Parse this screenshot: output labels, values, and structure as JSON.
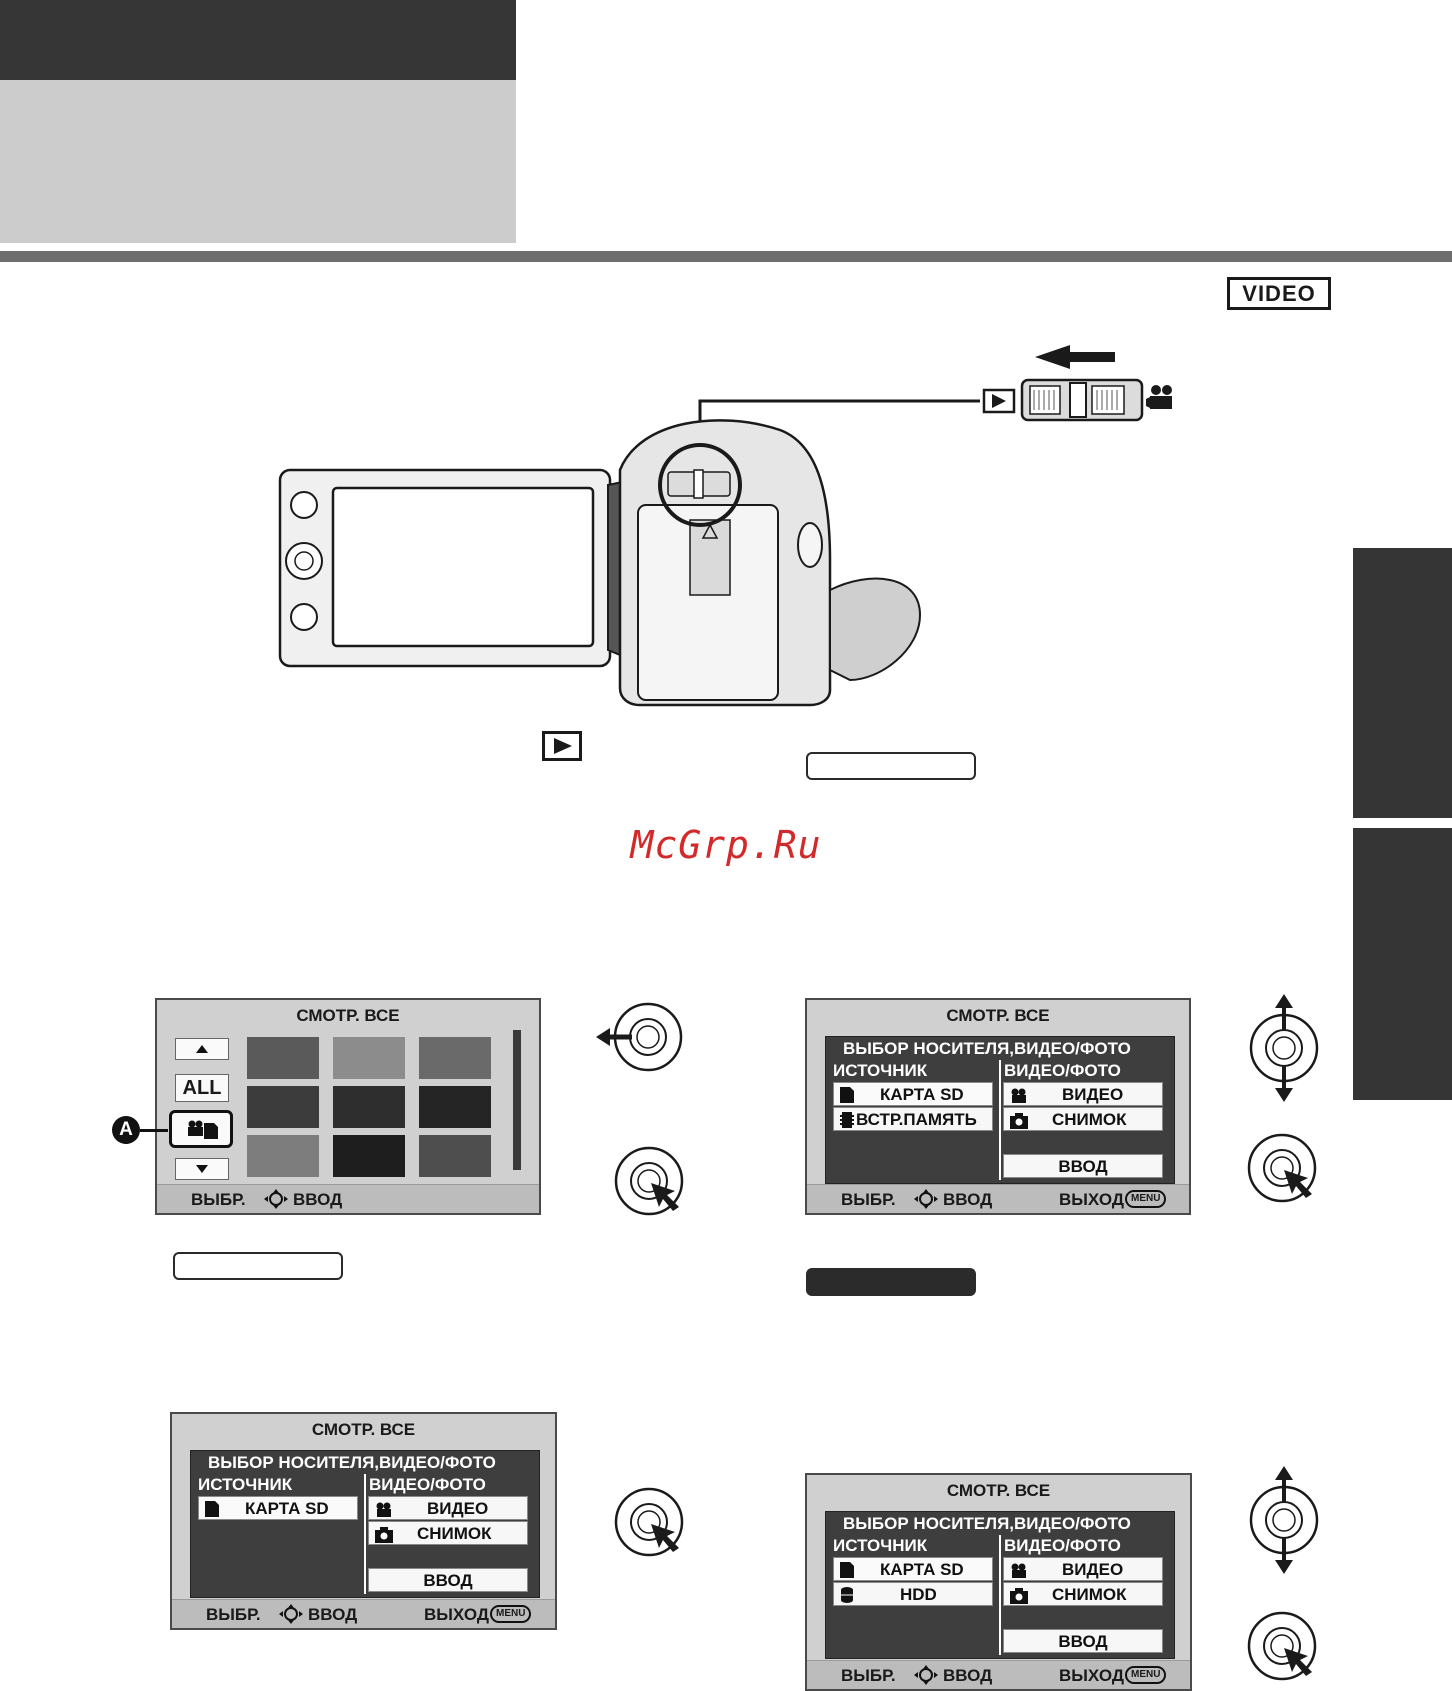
{
  "badge": {
    "video": "VIDEO"
  },
  "watermark": "McGrp.Ru",
  "screen1": {
    "title": "СМОТР. ВСЕ",
    "all_label": "ALL",
    "callout": "A",
    "bottom_select": "ВЫБР.",
    "bottom_enter": "ВВОД"
  },
  "screen2": {
    "title": "СМОТР. ВСЕ",
    "menu_title": "ВЫБОР НОСИТЕЛЯ,ВИДЕО/ФОТО",
    "col_source": "ИСТОЧНИК",
    "col_type": "ВИДЕО/ФОТО",
    "source_items": [
      "КАРТА SD",
      "ВСТР.ПАМЯТЬ"
    ],
    "type_items": [
      "ВИДЕО",
      "СНИМОК"
    ],
    "enter_button": "ВВОД",
    "bottom_select": "ВЫБР.",
    "bottom_enter": "ВВОД",
    "bottom_exit": "ВЫХОД",
    "menu_key": "MENU"
  },
  "screen3": {
    "title": "СМОТР. ВСЕ",
    "menu_title": "ВЫБОР НОСИТЕЛЯ,ВИДЕО/ФОТО",
    "col_source": "ИСТОЧНИК",
    "col_type": "ВИДЕО/ФОТО",
    "source_items": [
      "КАРТА SD"
    ],
    "type_items": [
      "ВИДЕО",
      "СНИМОК"
    ],
    "enter_button": "ВВОД",
    "bottom_select": "ВЫБР.",
    "bottom_enter": "ВВОД",
    "bottom_exit": "ВЫХОД",
    "menu_key": "MENU"
  },
  "screen4": {
    "title": "СМОТР. ВСЕ",
    "menu_title": "ВЫБОР НОСИТЕЛЯ,ВИДЕО/ФОТО",
    "col_source": "ИСТОЧНИК",
    "col_type": "ВИДЕО/ФОТО",
    "source_items": [
      "КАРТА SD",
      "HDD"
    ],
    "type_items": [
      "ВИДЕО",
      "СНИМОК"
    ],
    "enter_button": "ВВОД",
    "bottom_select": "ВЫБР.",
    "bottom_enter": "ВВОД",
    "bottom_exit": "ВЫХОД",
    "menu_key": "MENU"
  },
  "icons": [
    "play-icon",
    "movie-camera-icon",
    "joystick-icon",
    "sd-card-icon",
    "built-in-memory-icon",
    "hdd-icon",
    "still-camera-icon"
  ],
  "colors": {
    "header_dark": "#363636",
    "header_light": "#cccccc",
    "rule": "#6e6e6e",
    "watermark": "#d22a2a"
  }
}
